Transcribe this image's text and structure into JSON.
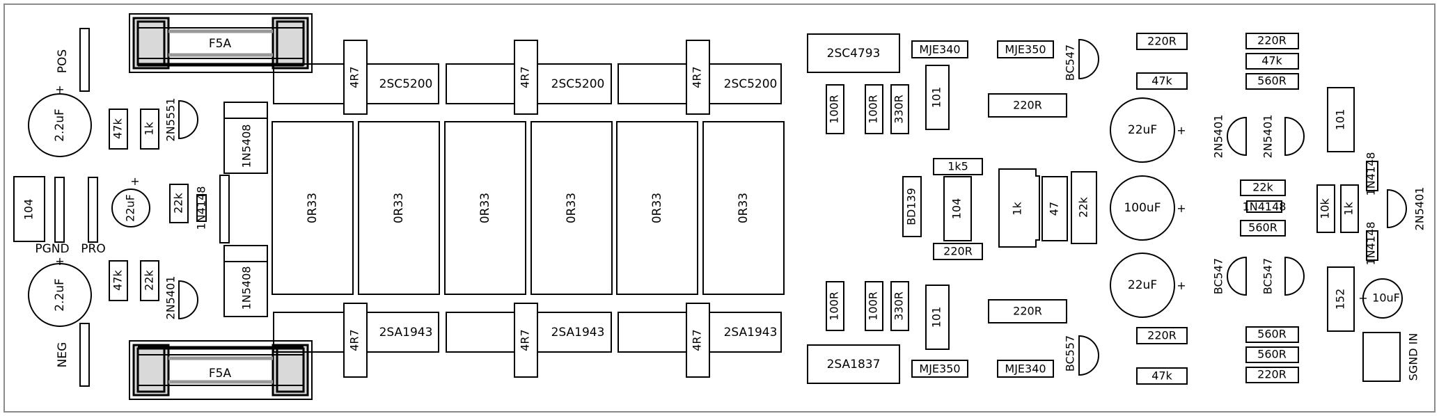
{
  "board": {
    "title": "",
    "labels": {
      "pos": "POS",
      "neg": "NEG",
      "pgnd": "PGND",
      "pro": "PRO",
      "sgnd_in": "SGND IN",
      "plus": "+"
    }
  },
  "components": {
    "fuse_top": "F5A",
    "fuse_bottom": "F5A",
    "cap_pos": "2.2uF",
    "cap_neg": "2.2uF",
    "cap_mid": "22uF",
    "c104_left": "104",
    "r47k_top": "47k",
    "r1k_top": "1k",
    "q_2n5551": "2N5551",
    "r22k_mid": "22k",
    "d_1n4148_left": "1N4148",
    "r47k_bot": "47k",
    "r22k_bot": "22k",
    "q_2n5401_left": "2N5401",
    "d_1n5408_top": "1N5408",
    "d_1n5408_bot": "1N5408",
    "rout": [
      "4R7",
      "4R7",
      "4R7",
      "4R7",
      "4R7",
      "4R7"
    ],
    "npn_out": [
      "2SC5200",
      "2SC5200",
      "2SC5200"
    ],
    "pnp_out": [
      "2SA1943",
      "2SA1943",
      "2SA1943"
    ],
    "emitter_r": [
      "0R33",
      "0R33",
      "0R33",
      "0R33",
      "0R33",
      "0R33"
    ],
    "drv_2sc4793": "2SC4793",
    "drv_2sa1837": "2SA1837",
    "mje340_top": "MJE340",
    "mje350_top": "MJE350",
    "mje350_bot": "MJE350",
    "mje340_bot": "MJE340",
    "r100r_1": "100R",
    "r100r_2": "100R",
    "r330r_top": "330R",
    "c101_top": "101",
    "r100r_3": "100R",
    "r100r_4": "100R",
    "r330r_bot": "330R",
    "c101_bot": "101",
    "r220r_a": "220R",
    "r220r_b": "220R",
    "r1k5": "1k5",
    "bd139": "BD139",
    "c104_mid": "104",
    "r220r_c": "220R",
    "pot_1k": "1k",
    "r47": "47",
    "r22k_c": "22k",
    "bc547_top": "BC547",
    "bc557_bot": "BC557",
    "cap_22uf_top": "22uF",
    "cap_100uf": "100uF",
    "cap_22uf_bot": "22uF",
    "r220r_d": "220R",
    "r47k_c": "47k",
    "r220r_e": "220R",
    "r47k_d": "47k",
    "r220r_f": "220R",
    "r47k_e": "47k",
    "r560r_a": "560R",
    "q2n5401_a": "2N5401",
    "q2n5401_b": "2N5401",
    "r22k_d": "22k",
    "d1n4148_mid": "1N4148",
    "r560r_b": "560R",
    "q_bc547_a": "BC547",
    "q_bc547_b": "BC547",
    "r560r_c": "560R",
    "r560r_d": "560R",
    "r220r_g": "220R",
    "c101_right": "101",
    "d1n4148_r1": "1N4148",
    "d1n4148_r2": "1N4148",
    "r10k": "10k",
    "r1k_right": "1k",
    "q2n5401_right": "2N5401",
    "c152": "152",
    "cap_10uf": "10uF"
  }
}
